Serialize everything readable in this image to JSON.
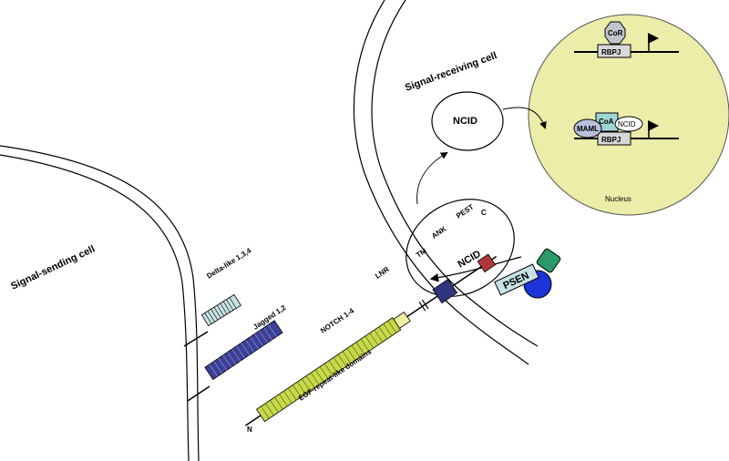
{
  "labels": {
    "signal_sending_cell": "Signal-sending cell",
    "signal_receiving_cell": "Signal-receiving cell",
    "delta_like": "Delta-like 1,3,4",
    "jagged": "Jagged 1,2",
    "notch": "NOTCH 1-4",
    "egf_domains": "EGF-repeat-like domains",
    "n_terminus": "N",
    "c_terminus": "C",
    "lnr": "LNR",
    "tm": "TM",
    "ank": "ANK",
    "pest": "PEST",
    "ncid_membrane": "NCID",
    "ncid_vesicle": "NCID",
    "ncid_nucleus": "NCID",
    "psen": "PSEN",
    "nucleus": "Nucleus",
    "cor": "CoR",
    "rbpj_top": "RBPJ",
    "rbpj_bottom": "RBPJ",
    "maml": "MAML",
    "coa": "CoA"
  },
  "colors": {
    "delta_like": "#c7e3e6",
    "jagged": "#3b3f96",
    "notch_egf": "#c7d84a",
    "lnr": "#f0eea0",
    "ank": "#2f357f",
    "pest": "#b23636",
    "nucleus": "#ebeda9",
    "psen_box": "#c7e3e6",
    "psen_green": "#2a9a6a",
    "psen_blue": "#1c33d6",
    "maml": "#b8c0dc",
    "coa": "#9fd6d2",
    "cor": "#c0c4cc",
    "rbpj": "#d8d8d8"
  }
}
